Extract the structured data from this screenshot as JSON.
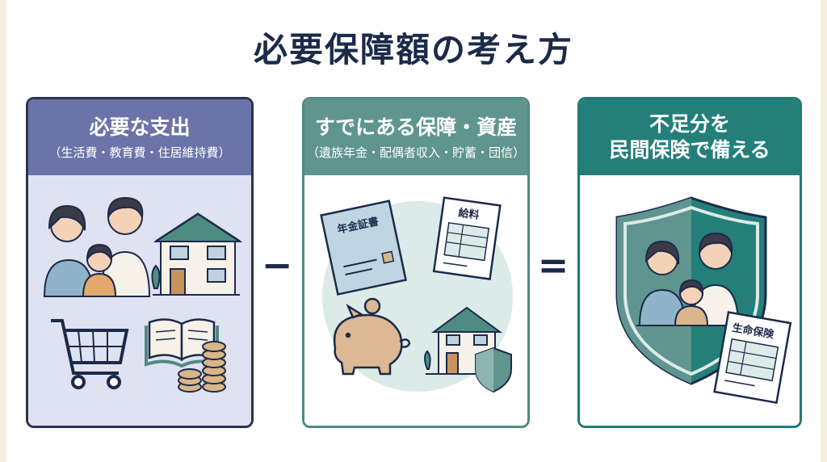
{
  "title": "必要保障額の考え方",
  "panels": [
    {
      "title": "必要な支出",
      "subtitle": "（生活費・教育費・住居維持費）"
    },
    {
      "title": "すでにある保障・資産",
      "subtitle": "（遺族年金・配偶者収入・貯蓄・団信）"
    },
    {
      "title_line1": "不足分を",
      "title_line2": "民間保険で備える"
    }
  ],
  "operators": {
    "minus": "−",
    "equals": "="
  },
  "labels": {
    "pension_doc": "年金証書",
    "salary_doc": "給料",
    "insurance_doc": "生命保険"
  },
  "colors": {
    "navy": "#1c2a4a",
    "panel1_header": "#6b73a8",
    "panel2_header": "#5f958e",
    "panel3_header": "#247f7b"
  }
}
